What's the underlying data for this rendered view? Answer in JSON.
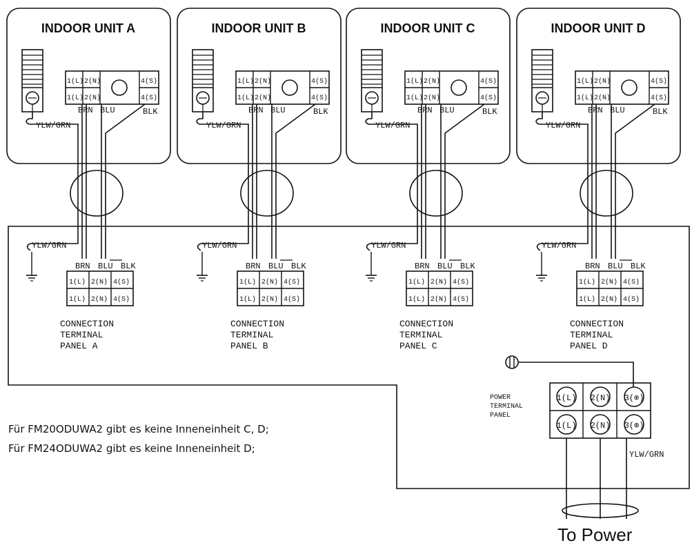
{
  "indoor_units": [
    {
      "title": "INDOOR UNIT A",
      "panel": [
        "CONNECTION",
        "TERMINAL",
        "PANEL A"
      ]
    },
    {
      "title": "INDOOR UNIT B",
      "panel": [
        "CONNECTION",
        "TERMINAL",
        "PANEL B"
      ]
    },
    {
      "title": "INDOOR UNIT C",
      "panel": [
        "CONNECTION",
        "TERMINAL",
        "PANEL C"
      ]
    },
    {
      "title": "INDOOR UNIT D",
      "panel": [
        "CONNECTION",
        "TERMINAL",
        "PANEL D"
      ]
    }
  ],
  "wire_labels": {
    "brown": "BRN",
    "blue": "BLU",
    "black": "BLK",
    "ground": "YLW/GRN"
  },
  "terminal_labels": [
    "1(L)",
    "2(N)",
    "4(S)"
  ],
  "power_panel": {
    "label": [
      "POWER",
      "TERMINAL",
      "PANEL"
    ],
    "terminals": [
      "1(L)",
      "2(N)",
      "3(⊕)"
    ]
  },
  "notes": [
    "Für FM20ODUWA2 gibt es keine Inneneinheit C, D;",
    "Für FM24ODUWA2 gibt es keine Inneneinheit D;"
  ],
  "power_label": "To Power"
}
